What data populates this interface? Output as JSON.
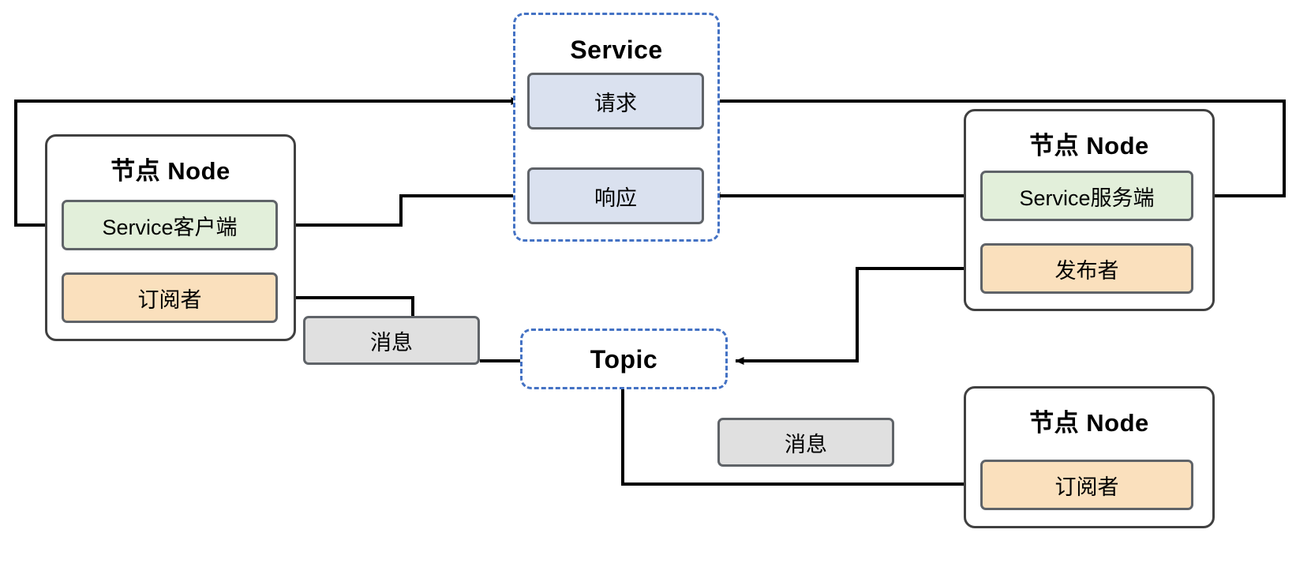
{
  "diagram": {
    "title_hidden": "ROS Service and Topic communication diagram",
    "colors": {
      "group_border_blue": "#4472c4",
      "node_border_gray": "#404040",
      "block_border_gray": "#5f6368",
      "fill_request_response_blue": "#dae1ef",
      "fill_service_green": "#e2efda",
      "fill_pubsub_orange": "#fae0bd",
      "fill_message_gray": "#e0e0e0",
      "edge_black": "#000000"
    }
  },
  "groups": {
    "service": {
      "title": "Service"
    },
    "topic": {
      "title": "Topic"
    }
  },
  "nodes": {
    "left": {
      "title": "节点 Node"
    },
    "right_top": {
      "title": "节点 Node"
    },
    "right_bottom": {
      "title": "节点 Node"
    }
  },
  "blocks": {
    "request": {
      "label": "请求"
    },
    "response": {
      "label": "响应"
    },
    "service_client": {
      "label": "Service客户端"
    },
    "service_server": {
      "label": "Service服务端"
    },
    "subscriber_left": {
      "label": "订阅者"
    },
    "publisher": {
      "label": "发布者"
    },
    "subscriber_bottom": {
      "label": "订阅者"
    },
    "message_left": {
      "label": "消息"
    },
    "message_bottom": {
      "label": "消息"
    }
  },
  "edges": [
    {
      "name": "client-to-request",
      "from": "service_client",
      "to": "request",
      "arrow": "to"
    },
    {
      "name": "request-to-server",
      "from": "request",
      "to": "service_server",
      "arrow": "to"
    },
    {
      "name": "server-to-response",
      "from": "service_server",
      "to": "response",
      "arrow": "to"
    },
    {
      "name": "response-to-client",
      "from": "response",
      "to": "service_client",
      "arrow": "to"
    },
    {
      "name": "publisher-to-topic",
      "from": "publisher",
      "to": "topic",
      "arrow": "to"
    },
    {
      "name": "topic-to-subscriber-bottom",
      "from": "topic",
      "to": "subscriber_bottom",
      "arrow": "to"
    },
    {
      "name": "topic-to-message-left",
      "from": "topic",
      "to": "message_left",
      "arrow": "none"
    },
    {
      "name": "message-left-to-subscriber-left",
      "from": "message_left",
      "to": "subscriber_left",
      "arrow": "to"
    }
  ]
}
